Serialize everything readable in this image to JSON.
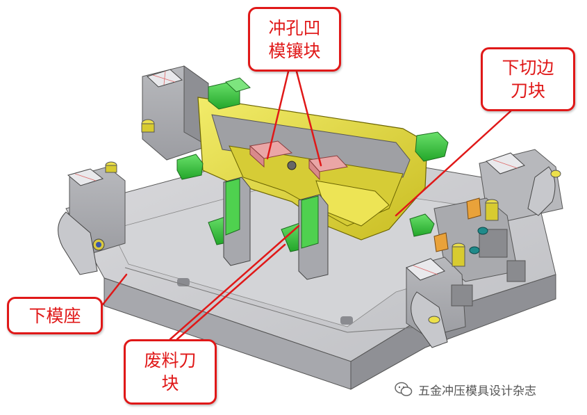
{
  "callouts": {
    "punch_die_insert": [
      "冲孔凹",
      "模镶块"
    ],
    "lower_trim_steel": [
      "下切边",
      "刀块"
    ],
    "lower_die_shoe": [
      "下模座"
    ],
    "scrap_cutter": [
      "废料刀",
      "块"
    ]
  },
  "watermark": "五金冲压模具设计杂志",
  "colors": {
    "callout_red": "#e01818",
    "casting_gray": "#c9c9cc",
    "trim_yellow": "#e8df3c",
    "insert_green": "#3cc43c",
    "punch_pink": "#e6a0a0"
  },
  "icons": [
    "wechat-watermark-icon"
  ]
}
